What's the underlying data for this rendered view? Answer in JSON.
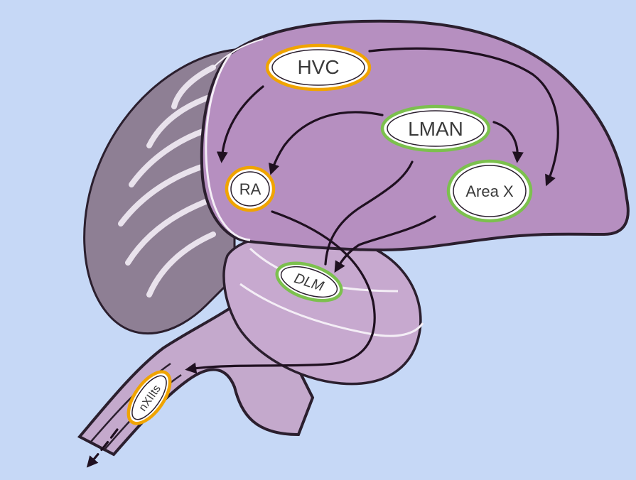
{
  "diagram": {
    "nuclei": {
      "hvc": {
        "label": "HVC",
        "outline": "orange"
      },
      "lman": {
        "label": "LMAN",
        "outline": "green"
      },
      "ra": {
        "label": "RA",
        "outline": "orange"
      },
      "area_x": {
        "label": "Area X",
        "outline": "green"
      },
      "dlm": {
        "label": "DLM",
        "outline": "green"
      },
      "nxiits": {
        "label": "nXIIts",
        "outline": "orange"
      }
    },
    "pathways": [
      {
        "from": "HVC",
        "to": "RA"
      },
      {
        "from": "HVC",
        "to": "Area X"
      },
      {
        "from": "LMAN",
        "to": "RA"
      },
      {
        "from": "LMAN",
        "to": "Area X"
      },
      {
        "from": "Area X",
        "to": "DLM"
      },
      {
        "from": "DLM",
        "to": "LMAN"
      },
      {
        "from": "RA",
        "to": "nXIIts"
      }
    ]
  },
  "colors": {
    "background": "#c6d8f6",
    "cerebrum": "#b68fc0",
    "cerebellum": "#8e7f94",
    "thalamus": "#c7a9cf",
    "brainstem": "#c4a9cc",
    "outline_orange": "#f0a400",
    "outline_green": "#7cc04e",
    "arrow": "#1f1020"
  }
}
